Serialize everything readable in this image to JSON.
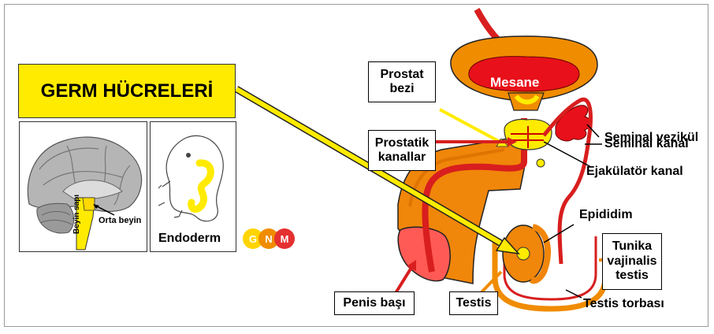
{
  "title": "GERM HÜCRELERİ",
  "left_panels": {
    "brain_label_stem": "Beyin sapı",
    "brain_label_midbrain": "Orta beyin",
    "embryo_label": "Endoderm"
  },
  "logo": {
    "letters": [
      "G",
      "N",
      "M"
    ]
  },
  "labels": {
    "bladder": "Mesane",
    "prostate": "Prostat bezi",
    "prostatic_ducts": "Prostatik kanallar",
    "seminal_vesicle": "Seminal vezikül",
    "seminal_duct": "Seminal kanal",
    "ejaculatory_duct": "Ejakülatör kanal",
    "epididymis": "Epididim",
    "tunica": "Tunika vajinalis testis",
    "penis_head": "Penis başı",
    "testis": "Testis",
    "scrotum": "Testis torbası"
  },
  "colors": {
    "highlight": "#ffeb00",
    "bladder": "#f08c00",
    "vessel": "#d81e1e",
    "penis": "#f0860a",
    "glans": "#ff5a55"
  }
}
